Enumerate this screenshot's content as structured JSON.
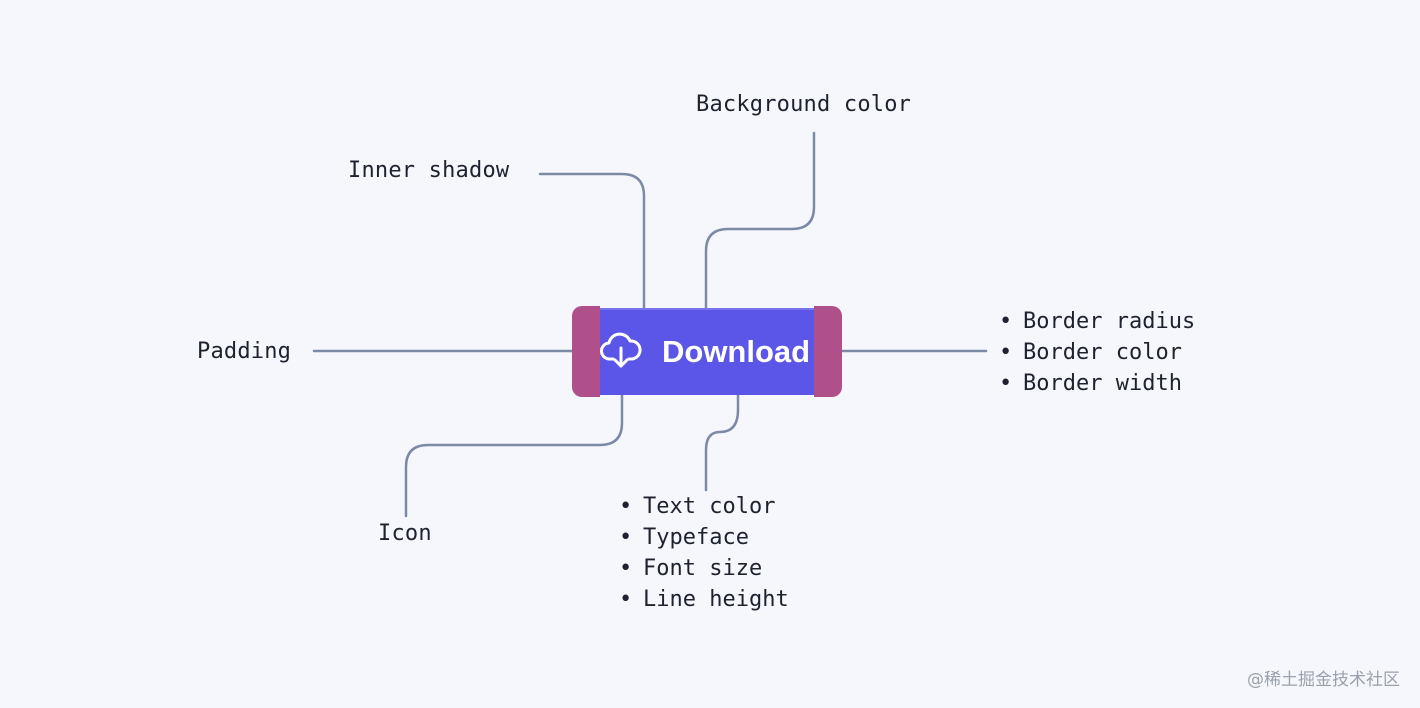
{
  "colors": {
    "page_background": "#f6f7fc",
    "text": "#1e2230",
    "connector": "#7c8aa6",
    "button_background": "#5b56e8",
    "padding_overlay": "#b0508a",
    "button_text": "#ffffff",
    "watermark": "#9aa0ad"
  },
  "button": {
    "label": "Download",
    "icon": "cloud-download-icon"
  },
  "labels": {
    "background_color": "Background color",
    "inner_shadow": "Inner shadow",
    "padding": "Padding",
    "icon": "Icon"
  },
  "border_properties": [
    "Border radius",
    "Border color",
    "Border width"
  ],
  "text_properties": [
    "Text color",
    "Typeface",
    "Font size",
    "Line height"
  ],
  "watermark": "@稀土掘金技术社区"
}
